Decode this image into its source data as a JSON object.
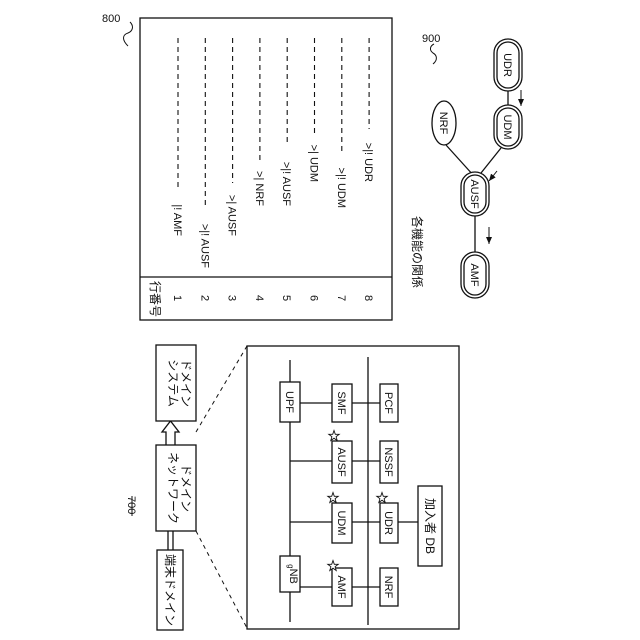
{
  "fig700": {
    "ref": "700",
    "terminal_domain": "端末ドメイン",
    "network_domain_l1": "ネットワーク",
    "network_domain_l2": "ドメイン",
    "system_domain_l1": "システム",
    "system_domain_l2": "ドメイン",
    "functions": {
      "gnb_g": "g",
      "gnb_nb": "NB",
      "upf": "UPF",
      "amf": "AMF",
      "udm": "UDM",
      "ausf": "AUSF",
      "smf": "SMF",
      "nrf": "NRF",
      "udr": "UDR",
      "nssf": "NSSF",
      "pcf": "PCF",
      "subscriber_db": "加入者 DB"
    }
  },
  "fig800": {
    "ref": "800",
    "header_line_no": "行番号",
    "rows": [
      {
        "num": "1",
        "text": "|! AMF"
      },
      {
        "num": "2",
        "text": ">|! AUSF"
      },
      {
        "num": "3",
        "text": ">| AUSF"
      },
      {
        "num": "4",
        "text": ">| NRF"
      },
      {
        "num": "5",
        "text": ">|! AUSF"
      },
      {
        "num": "6",
        "text": ">| UDM"
      },
      {
        "num": "7",
        "text": ">|! UDM"
      },
      {
        "num": "8",
        "text": ">|! UDR"
      }
    ]
  },
  "fig900": {
    "ref": "900",
    "caption": "各機能の関係",
    "nodes": {
      "nrf": "NRF",
      "ausf": "AUSF",
      "amf": "AMF",
      "udm": "UDM",
      "udr": "UDR"
    }
  }
}
